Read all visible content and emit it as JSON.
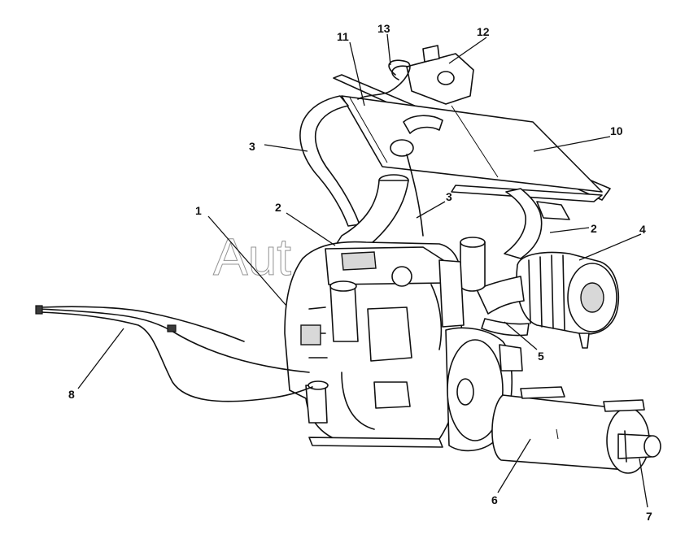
{
  "diagram": {
    "watermark": "Aut",
    "callouts": [
      {
        "id": "c1",
        "label": "1"
      },
      {
        "id": "c2a",
        "label": "2"
      },
      {
        "id": "c2b",
        "label": "2"
      },
      {
        "id": "c3a",
        "label": "3"
      },
      {
        "id": "c3b",
        "label": "3"
      },
      {
        "id": "c4",
        "label": "4"
      },
      {
        "id": "c5",
        "label": "5"
      },
      {
        "id": "c6",
        "label": "6"
      },
      {
        "id": "c7",
        "label": "7"
      },
      {
        "id": "c8",
        "label": "8"
      },
      {
        "id": "c10",
        "label": "10"
      },
      {
        "id": "c11",
        "label": "11"
      },
      {
        "id": "c12",
        "label": "12"
      },
      {
        "id": "c13",
        "label": "13"
      }
    ]
  }
}
